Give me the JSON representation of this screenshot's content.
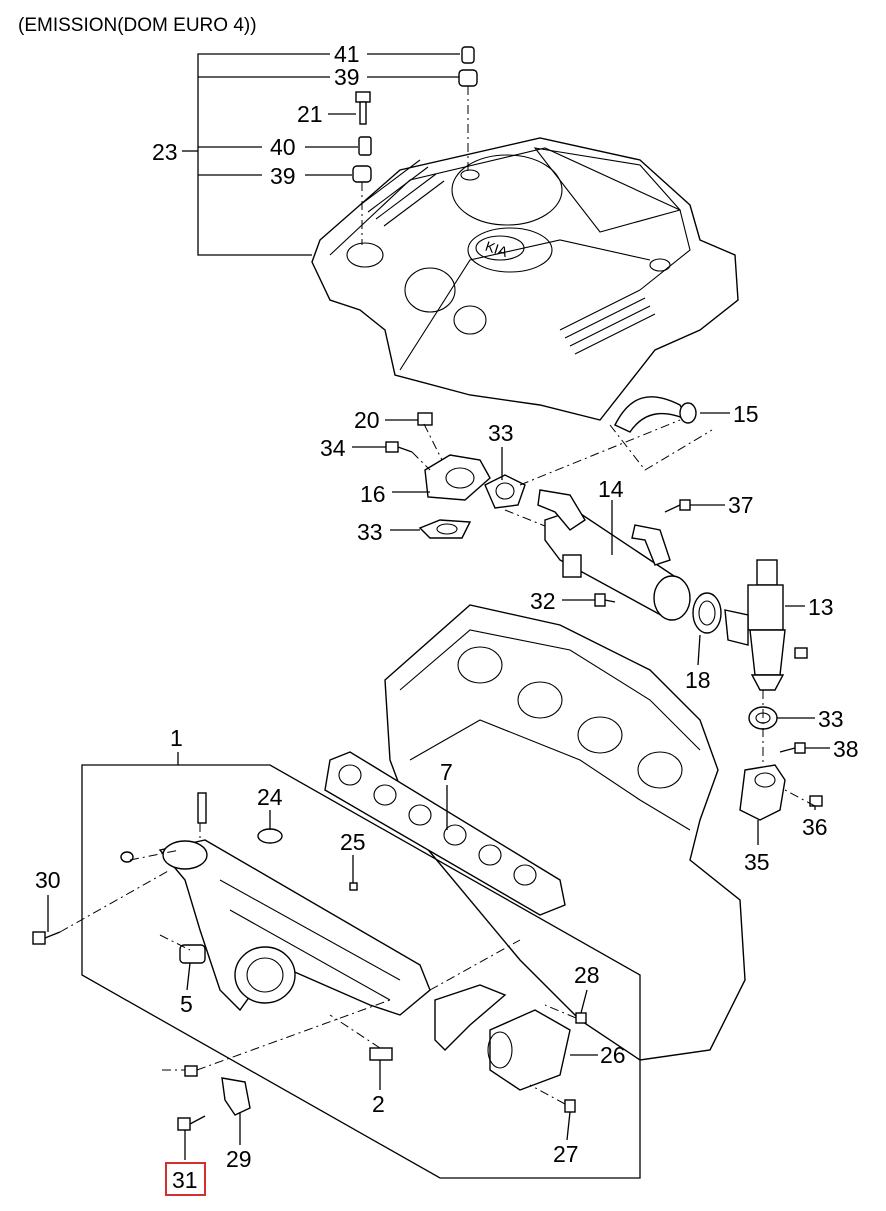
{
  "title": "(EMISSION(DOM EURO 4))",
  "highlight_color": "#d32f2f",
  "labels": {
    "p41": "41",
    "p39a": "39",
    "p21": "21",
    "p23": "23",
    "p40": "40",
    "p39b": "39",
    "p20": "20",
    "p15": "15",
    "p34": "34",
    "p33a": "33",
    "p16": "16",
    "p14": "14",
    "p37": "37",
    "p33b": "33",
    "p32": "32",
    "p13": "13",
    "p18": "18",
    "p33c": "33",
    "p1": "1",
    "p7": "7",
    "p38": "38",
    "p24": "24",
    "p36": "36",
    "p25": "25",
    "p30": "30",
    "p35": "35",
    "p5": "5",
    "p28": "28",
    "p26": "26",
    "p2": "2",
    "p29": "29",
    "p27": "27",
    "p31": "31"
  }
}
